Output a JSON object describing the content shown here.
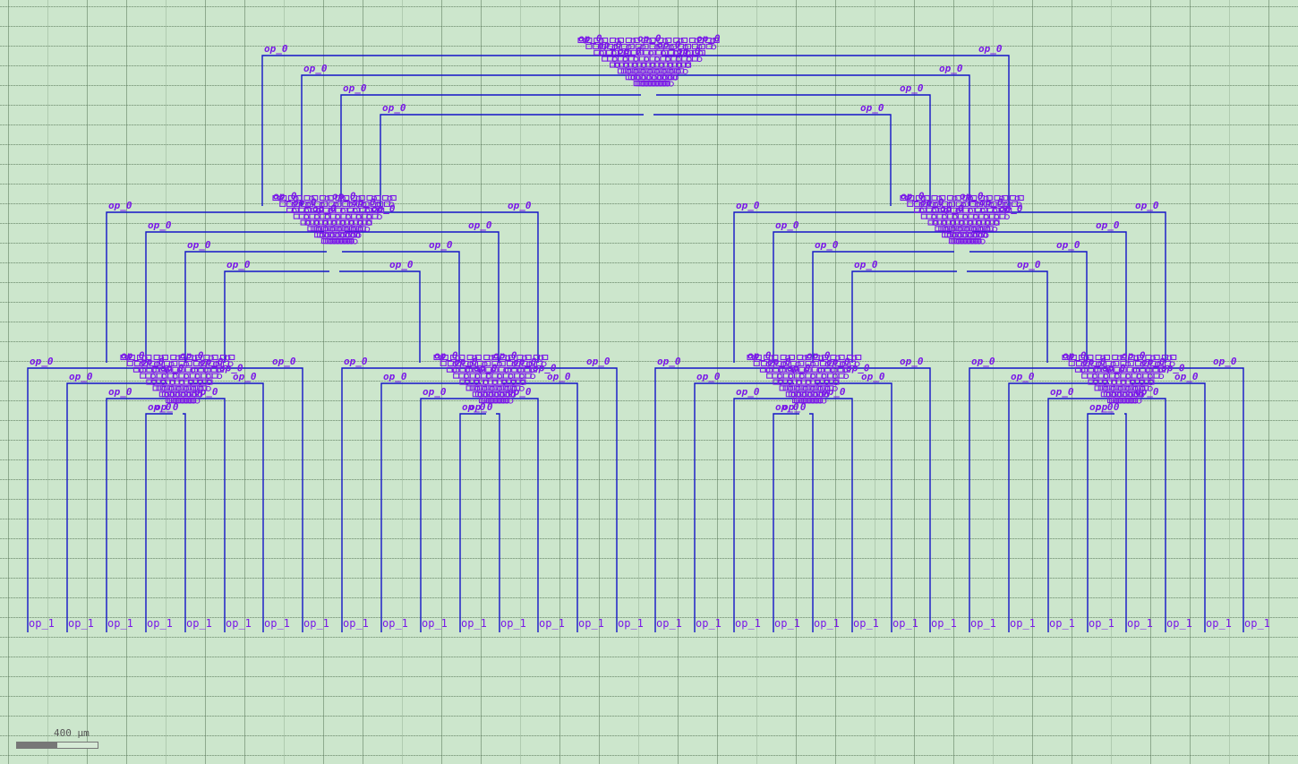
{
  "labels": {
    "input_net": "op_0",
    "output_net": "op_1"
  },
  "scale": {
    "text": "400 µm"
  },
  "colors": {
    "background": "#cce6cc",
    "wire": "#1414c8",
    "pin": "#7a18e8",
    "grid": "#5a785a"
  },
  "output_pin_count": 32
}
